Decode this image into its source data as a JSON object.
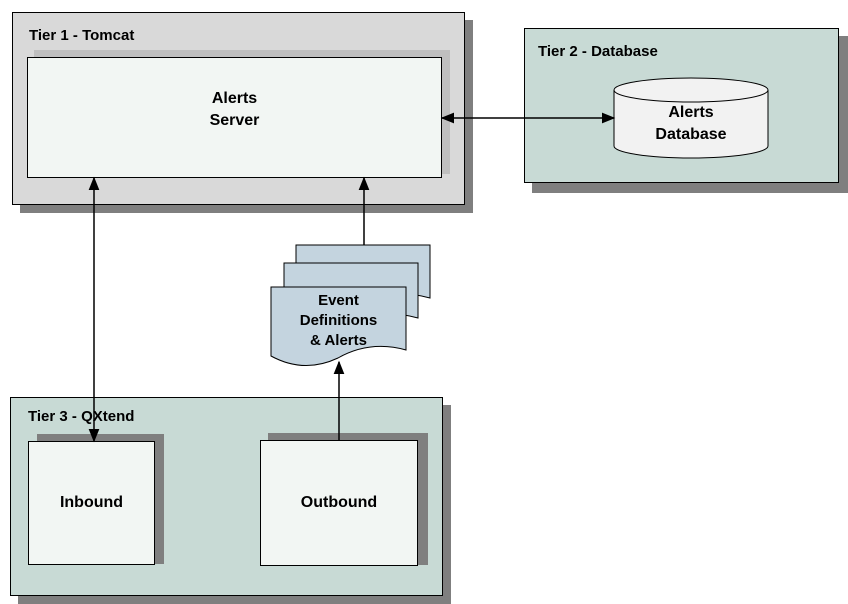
{
  "tier1": {
    "label": "Tier 1 - Tomcat",
    "server": {
      "line1": "Alerts",
      "line2": "Server"
    }
  },
  "tier2": {
    "label": "Tier 2 - Database",
    "db": {
      "line1": "Alerts",
      "line2": "Database"
    }
  },
  "tier3": {
    "label": "Tier 3 - QXtend",
    "inbound": "Inbound",
    "outbound": "Outbound"
  },
  "doc": {
    "line1": "Event",
    "line2": "Definitions",
    "line3": "& Alerts"
  },
  "colors": {
    "tier1_bg": "#d9d9d9",
    "tier23_bg": "#c8dad5",
    "inner_bg": "#f2f6f3",
    "doc_bg": "#c4d4df"
  }
}
